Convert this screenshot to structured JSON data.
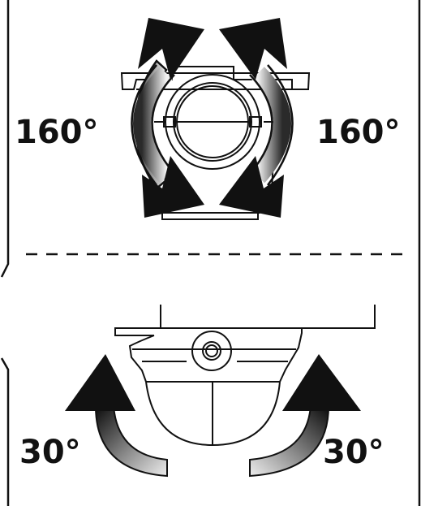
{
  "top_view": {
    "left_angle": "160°",
    "right_angle": "160°"
  },
  "side_view": {
    "left_angle": "30°",
    "right_angle": "30°"
  },
  "colors": {
    "ink": "#111111",
    "arrow_light": "#e8e8e8",
    "arrow_dark": "#0a0a0a"
  }
}
